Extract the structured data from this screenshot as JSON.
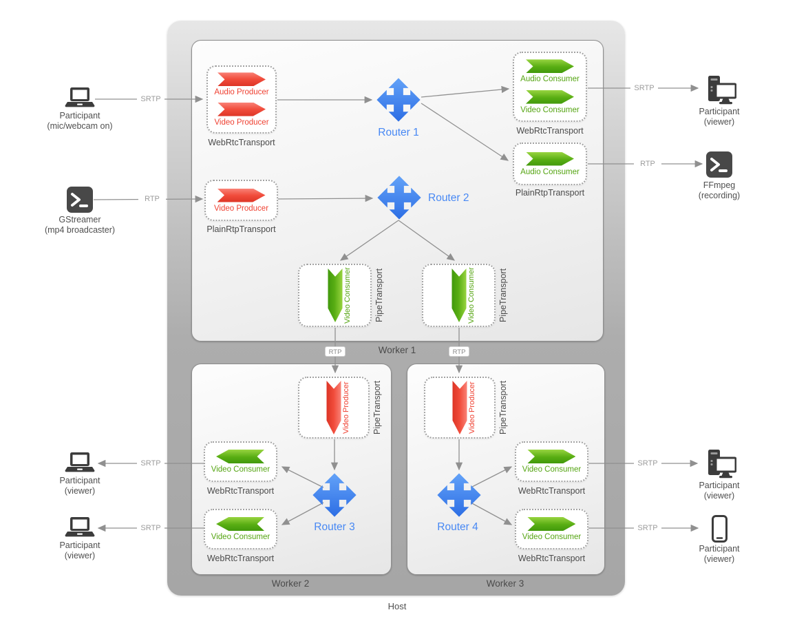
{
  "host": {
    "label": "Host"
  },
  "workers": {
    "w1": {
      "label": "Worker 1"
    },
    "w2": {
      "label": "Worker 2"
    },
    "w3": {
      "label": "Worker 3"
    }
  },
  "routers": {
    "r1": {
      "label": "Router 1"
    },
    "r2": {
      "label": "Router 2"
    },
    "r3": {
      "label": "Router 3"
    },
    "r4": {
      "label": "Router 4"
    }
  },
  "nodes": {
    "w1_in_webrtc": {
      "transport": "WebRtcTransport",
      "items": [
        {
          "label": "Audio Producer"
        },
        {
          "label": "Video Producer"
        }
      ]
    },
    "w1_in_plainrtp": {
      "transport": "PlainRtpTransport",
      "items": [
        {
          "label": "Video Producer"
        }
      ]
    },
    "w1_out_webrtc": {
      "transport": "WebRtcTransport",
      "items": [
        {
          "label": "Audio Consumer"
        },
        {
          "label": "Video Consumer"
        }
      ]
    },
    "w1_out_plainrtp": {
      "transport": "PlainRtpTransport",
      "items": [
        {
          "label": "Audio Consumer"
        }
      ]
    },
    "w1_pipe_left": {
      "transport": "PipeTransport",
      "items": [
        {
          "label": "Video Consumer"
        }
      ]
    },
    "w1_pipe_right": {
      "transport": "PipeTransport",
      "items": [
        {
          "label": "Video Consumer"
        }
      ]
    },
    "w2_pipe": {
      "transport": "PipeTransport",
      "items": [
        {
          "label": "Video Producer"
        }
      ]
    },
    "w3_pipe": {
      "transport": "PipeTransport",
      "items": [
        {
          "label": "Video Producer"
        }
      ]
    },
    "w2_webrtc_1": {
      "transport": "WebRtcTransport",
      "items": [
        {
          "label": "Video Consumer"
        }
      ]
    },
    "w2_webrtc_2": {
      "transport": "WebRtcTransport",
      "items": [
        {
          "label": "Video Consumer"
        }
      ]
    },
    "w3_webrtc_1": {
      "transport": "WebRtcTransport",
      "items": [
        {
          "label": "Video Consumer"
        }
      ]
    },
    "w3_webrtc_2": {
      "transport": "WebRtcTransport",
      "items": [
        {
          "label": "Video Consumer"
        }
      ]
    }
  },
  "externals": {
    "participant_in": {
      "line1": "Participant",
      "line2": "(mic/webcam on)",
      "icon": "laptop-icon"
    },
    "gstreamer": {
      "line1": "GStreamer",
      "line2": "(mp4 broadcaster)",
      "icon": "terminal-icon"
    },
    "viewer_w2_1": {
      "line1": "Participant",
      "line2": "(viewer)",
      "icon": "laptop-icon"
    },
    "viewer_w2_2": {
      "line1": "Participant",
      "line2": "(viewer)",
      "icon": "laptop-icon"
    },
    "viewer_out": {
      "line1": "Participant",
      "line2": "(viewer)",
      "icon": "desktop-icon"
    },
    "ffmpeg": {
      "line1": "FFmpeg",
      "line2": "(recording)",
      "icon": "terminal-icon"
    },
    "viewer_w3_1": {
      "line1": "Participant",
      "line2": "(viewer)",
      "icon": "desktop-icon"
    },
    "viewer_w3_2": {
      "line1": "Participant",
      "line2": "(viewer)",
      "icon": "phone-icon"
    }
  },
  "edges": {
    "in_srtp": "SRTP",
    "in_rtp": "RTP",
    "out_srtp": "SRTP",
    "out_rtp": "RTP",
    "pipe_left_rtp": "RTP",
    "pipe_right_rtp": "RTP",
    "w2_srtp_1": "SRTP",
    "w2_srtp_2": "SRTP",
    "w3_srtp_1": "SRTP",
    "w3_srtp_2": "SRTP"
  },
  "colors": {
    "producer_red": "#ef4031",
    "consumer_green": "#54a411",
    "router_blue": "#4788f4",
    "line_gray": "#909090"
  }
}
